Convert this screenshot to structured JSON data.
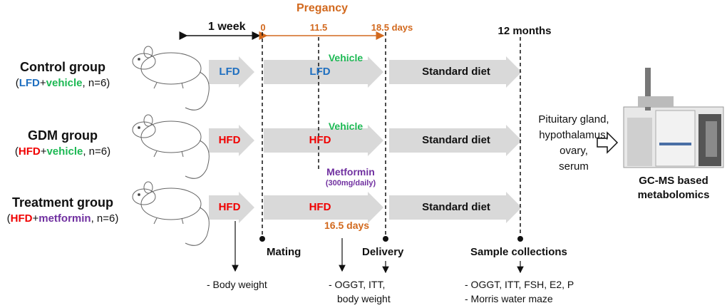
{
  "colors": {
    "orange": "#d2691e",
    "blue": "#1f6fc0",
    "red": "#f00000",
    "green": "#1db954",
    "purple": "#7030a0",
    "arrow": "#d9d9d9"
  },
  "timeline": {
    "pregnancy": "Pregancy",
    "week": "1 week",
    "t0": "0",
    "t11": "11.5",
    "t18": "18.5 days",
    "months": "12 months"
  },
  "groups": [
    {
      "name": "Control group",
      "open": "(",
      "diet": "LFD",
      "plus": "+",
      "agent": "vehicle",
      "n": ", n=6)",
      "d1": "LFD",
      "d2": "LFD",
      "treat": "Vehicle",
      "std": "Standard diet"
    },
    {
      "name": "GDM group",
      "open": "(",
      "diet": "HFD",
      "plus": "+",
      "agent": "vehicle",
      "n": ", n=6)",
      "d1": "HFD",
      "d2": "HFD",
      "treat": "Vehicle",
      "std": "Standard diet"
    },
    {
      "name": "Treatment group",
      "open": "(",
      "diet": "HFD",
      "plus": "+",
      "agent": "metformin",
      "n": ", n=6)",
      "d1": "HFD",
      "d2": "HFD",
      "treat": "Metformin",
      "dose": "(300mg/daily)",
      "std": "Standard diet"
    }
  ],
  "day165": "16.5 days",
  "events": {
    "mating": "Mating",
    "delivery": "Delivery",
    "sample": "Sample collections"
  },
  "outcomes": {
    "bw": "- Body weight",
    "o1": "- OGGT, ITT,",
    "o2": "body weight",
    "s1": "- OGGT, ITT, FSH, E2, P",
    "s2": "- Morris water maze"
  },
  "tissues": [
    "Pituitary gland,",
    "hypothalamus,",
    "ovary,",
    "serum"
  ],
  "platform": [
    "GC-MS based",
    "metabolomics"
  ]
}
